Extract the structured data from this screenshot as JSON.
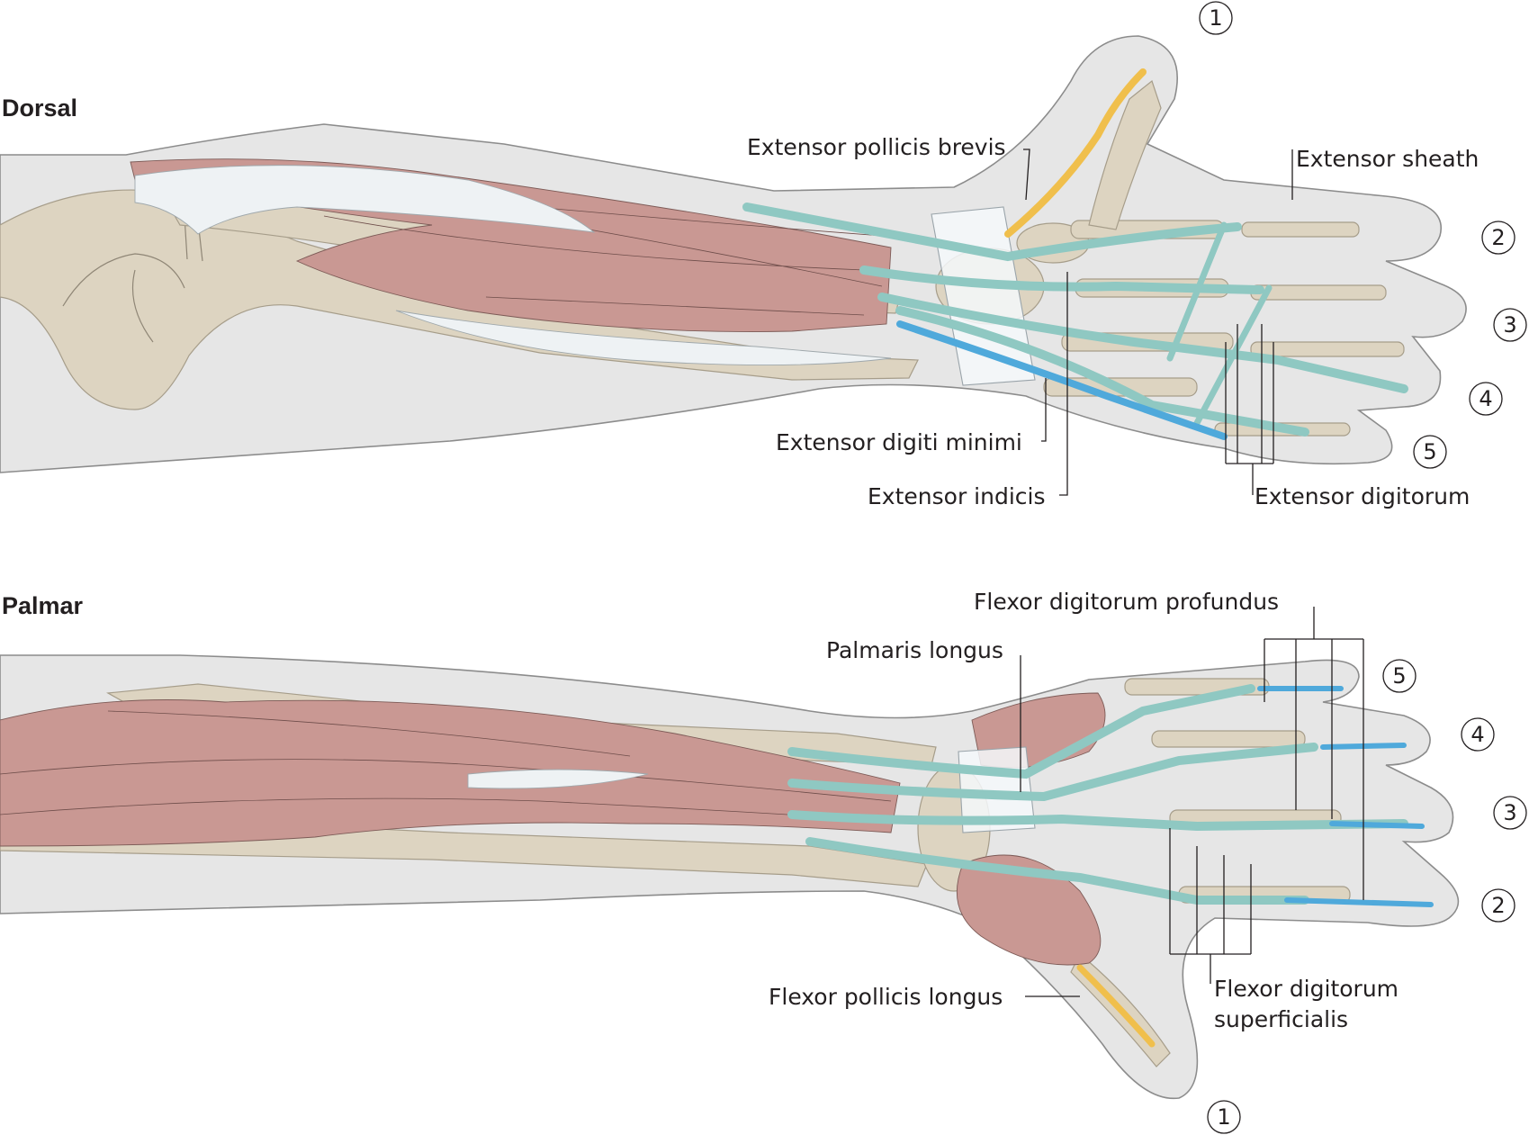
{
  "panels": {
    "dorsal": {
      "title": "Dorsal",
      "labels": {
        "extensor_pollicis_brevis": "Extensor pollicis brevis",
        "extensor_sheath": "Extensor sheath",
        "extensor_digiti_minimi": "Extensor digiti minimi",
        "extensor_indicis": "Extensor indicis",
        "extensor_digitorum": "Extensor digitorum"
      },
      "digits": [
        "1",
        "2",
        "3",
        "4",
        "5"
      ]
    },
    "palmar": {
      "title": "Palmar",
      "labels": {
        "flexor_digitorum_profundus": "Flexor digitorum profundus",
        "palmaris_longus": "Palmaris longus",
        "flexor_pollicis_longus": "Flexor pollicis longus",
        "flexor_digitorum_superficialis_line1": "Flexor digitorum",
        "flexor_digitorum_superficialis_line2": "superficialis"
      },
      "digits": [
        "5",
        "4",
        "3",
        "2",
        "1"
      ]
    }
  },
  "colors": {
    "skin": "#e6e6e6",
    "bone": "#ddd4c1",
    "muscle": "#c99893",
    "tendon_green": "#8fc8c2",
    "tendon_blue": "#4fa9db",
    "tendon_yellow": "#f0bf4c"
  }
}
